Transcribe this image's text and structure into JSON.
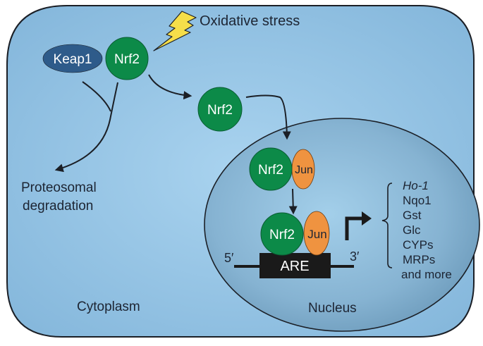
{
  "diagram": {
    "title": "Keap1-Nrf2 oxidative stress response pathway",
    "compartments": {
      "cytoplasm": "Cytoplasm",
      "nucleus": "Nucleus"
    },
    "stimulus": {
      "label": "Oxidative stress",
      "icon": "lightning-bolt-icon"
    },
    "complex": {
      "keap1": "Keap1",
      "nrf2": "Nrf2"
    },
    "degradation": {
      "line1": "Proteosomal",
      "line2": "degradation"
    },
    "free_nrf2": "Nrf2",
    "nuclear_dimer": {
      "nrf2": "Nrf2",
      "jun": "Jun"
    },
    "bound_dimer": {
      "nrf2": "Nrf2",
      "jun": "Jun"
    },
    "dna": {
      "element": "ARE",
      "five_prime": "5′",
      "three_prime": "3′"
    },
    "target_genes": [
      {
        "label": "Ho-1",
        "italic": true
      },
      {
        "label": "Nqo1",
        "italic": false
      },
      {
        "label": "Gst",
        "italic": false
      },
      {
        "label": "Glc",
        "italic": false
      },
      {
        "label": "CYPs",
        "italic": false
      },
      {
        "label": "MRPs",
        "italic": false
      },
      {
        "label": "and more",
        "italic": false
      }
    ],
    "colors": {
      "cell_fill": "#8ec0e2",
      "cell_center": "#a9d3ef",
      "nucleus_fill": "#7ca8c6",
      "nucleus_center": "#9fcbe6",
      "keap1": "#2e5b8a",
      "nrf2": "#0c8a48",
      "jun": "#ef9340",
      "lightning": "#f5de4a",
      "outline": "#1b1f26",
      "are_box": "#1a1a1a"
    }
  }
}
